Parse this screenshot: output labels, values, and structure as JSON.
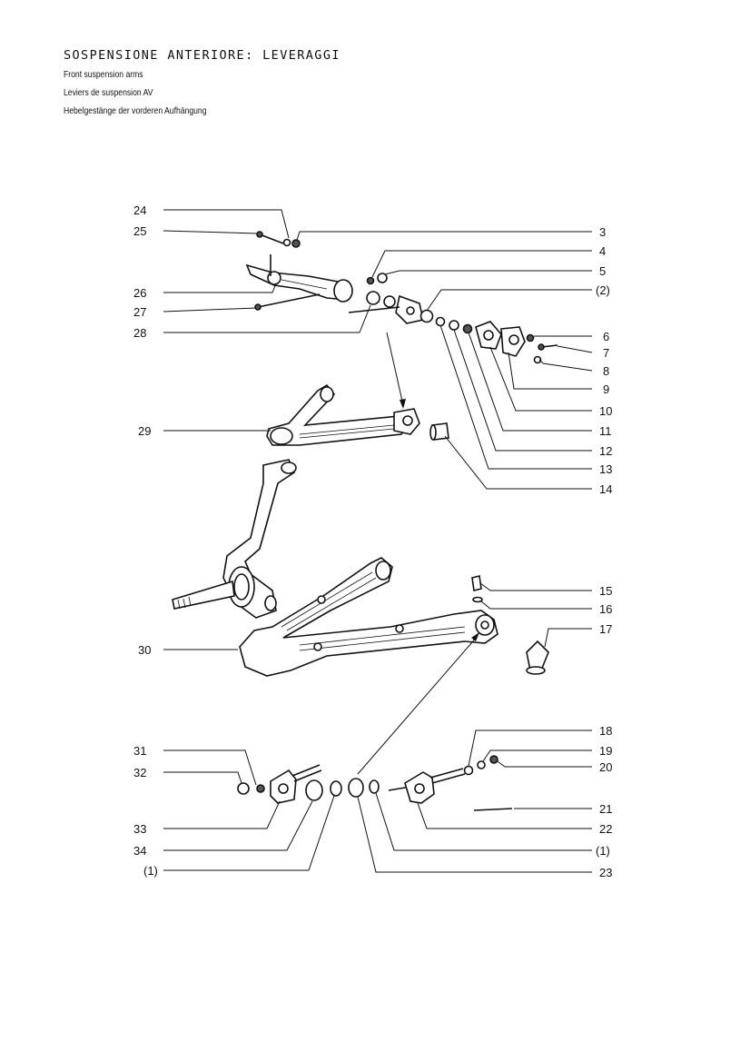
{
  "header": {
    "title": "SOSPENSIONE ANTERIORE: LEVERAGGI",
    "subtitle_en": "Front suspension arms",
    "subtitle_fr": "Leviers de suspension AV",
    "subtitle_de": "Hebelgestänge der vorderen Aufhängung"
  },
  "callouts": {
    "c24": "24",
    "c25": "25",
    "c3": "3",
    "c4": "4",
    "c5": "5",
    "c2": "(2)",
    "c26": "26",
    "c27": "27",
    "c28": "28",
    "c6": "6",
    "c7": "7",
    "c8": "8",
    "c9": "9",
    "c10": "10",
    "c11": "11",
    "c12": "12",
    "c13": "13",
    "c14": "14",
    "c29": "29",
    "c15": "15",
    "c16": "16",
    "c17": "17",
    "c30": "30",
    "c18": "18",
    "c19": "19",
    "c20": "20",
    "c31": "31",
    "c32": "32",
    "c21": "21",
    "c22": "22",
    "c33": "33",
    "c34": "34",
    "c1a": "(1)",
    "c1b": "(1)",
    "c23": "23"
  }
}
